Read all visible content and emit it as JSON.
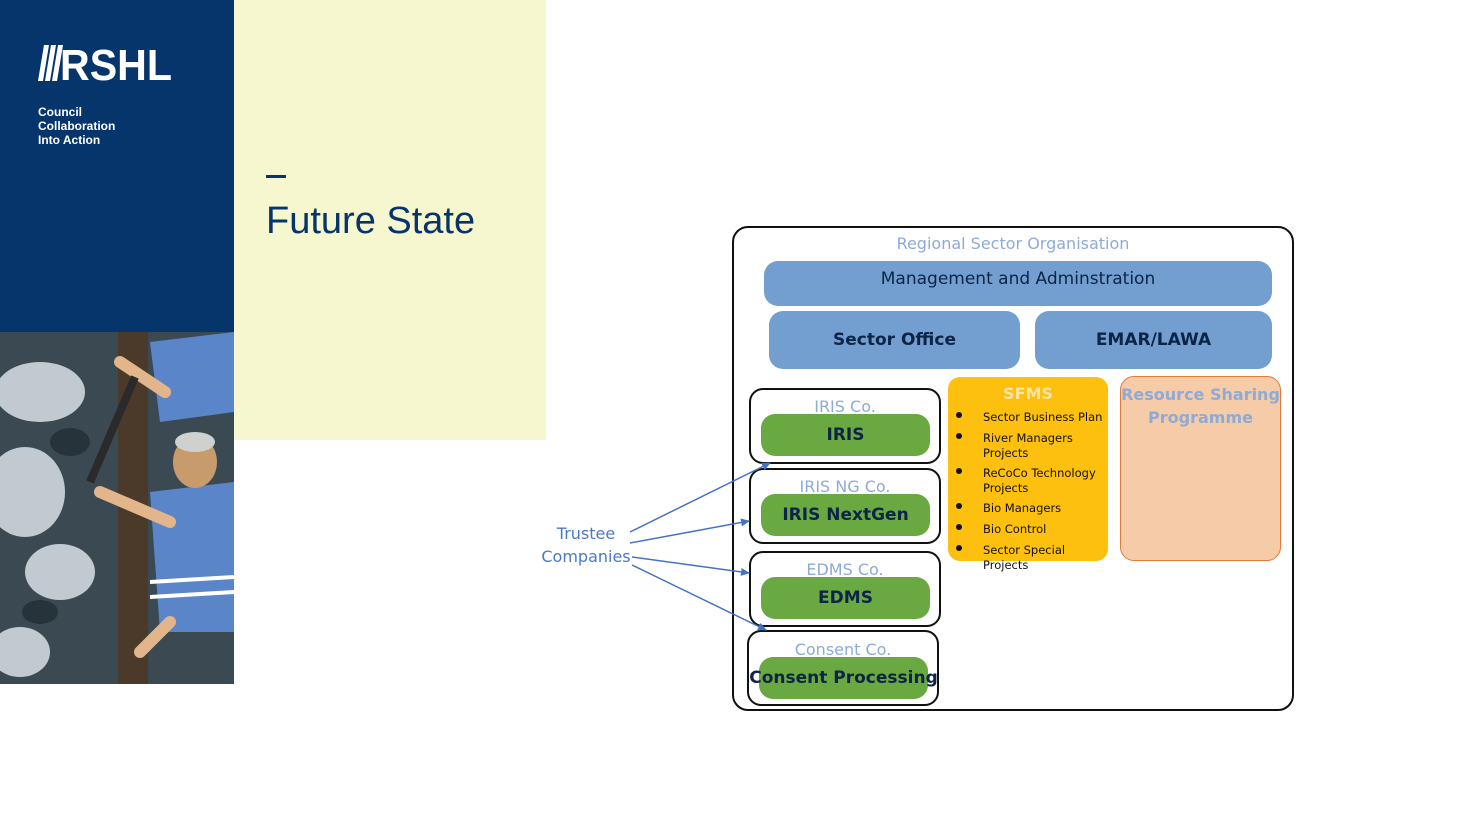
{
  "brand": {
    "logo_text": "RSHL",
    "tagline": [
      "Council",
      "Collaboration",
      "Into Action"
    ]
  },
  "slide": {
    "dash": "–",
    "title": "Future State"
  },
  "diagram": {
    "outer_label": "Regional Sector Organisation",
    "management_label": "Management and Adminstration",
    "sector_office_label": "Sector Office",
    "emar_label": "EMAR/LAWA",
    "companies": [
      {
        "company": "IRIS Co.",
        "product": "IRIS"
      },
      {
        "company": "IRIS NG Co.",
        "product": "IRIS NextGen"
      },
      {
        "company": "EDMS Co.",
        "product": "EDMS"
      },
      {
        "company": "Consent Co.",
        "product": "Consent Processing"
      }
    ],
    "sfms": {
      "title": "SFMS",
      "items": [
        "Sector Business Plan",
        "River Managers Projects",
        "ReCoCo Technology Projects",
        "Bio Managers",
        "Bio Control",
        "Sector Special Projects"
      ]
    },
    "rsp_title": "Resource Sharing Programme",
    "trustee_label": [
      "Trustee",
      "Companies"
    ]
  },
  "colors": {
    "navy": "#06356b",
    "cream": "#f6f6cf",
    "blue_bar": "#729fcf",
    "green": "#6aa942",
    "sfms_yellow": "#fec00f",
    "rsp_peach": "#f6cba7",
    "arrow_blue": "#4472c4"
  }
}
